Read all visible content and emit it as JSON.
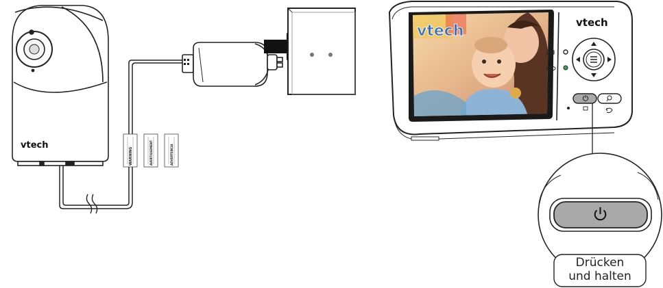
{
  "camera": {
    "brand": "vtech"
  },
  "monitor": {
    "brand": "vtech",
    "screen_logo": "vtech"
  },
  "warning_tags": [
    "WARNING",
    "AVERTISSEMENT",
    "ADVERTENCIA"
  ],
  "callout": {
    "line1": "Drücken",
    "line2": "und halten"
  },
  "colors": {
    "outline": "#222222",
    "monitor_body": "#ffffff",
    "button_gray": "#a9a9a9",
    "led_green": "#3aa35c",
    "arrow_fill": "#111111"
  },
  "icons": [
    "power-icon",
    "menu-icon",
    "speaker-icon",
    "back-icon",
    "battery-icon",
    "link-icon",
    "arrow-up-icon",
    "arrow-down-icon",
    "arrow-left-icon",
    "arrow-right-icon"
  ]
}
